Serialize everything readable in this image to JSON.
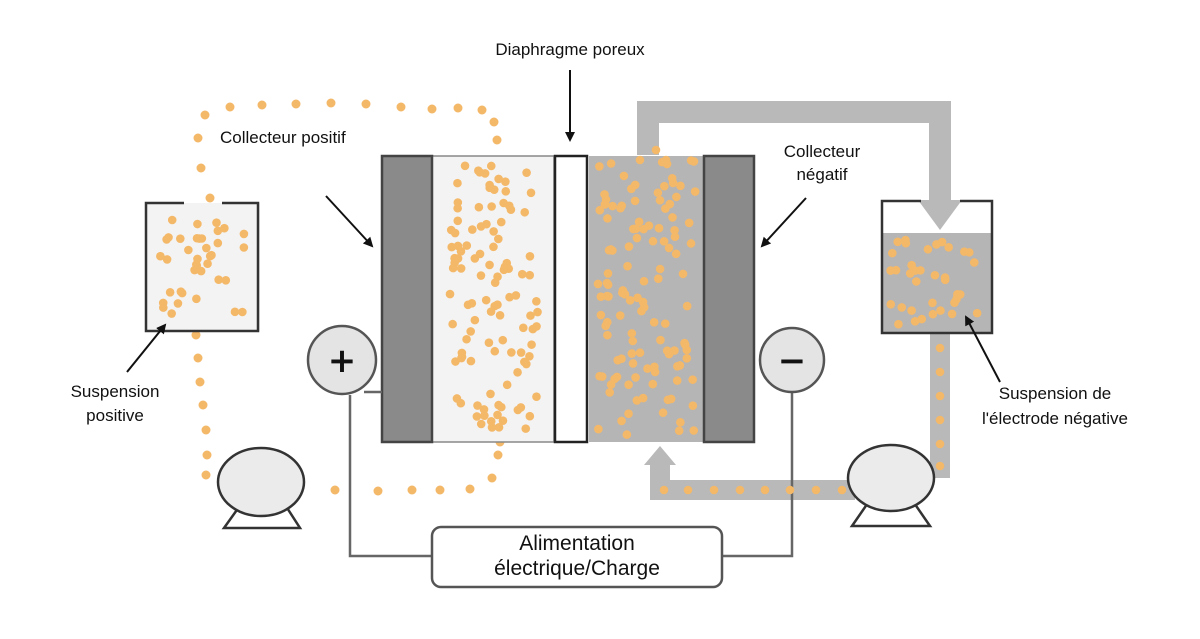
{
  "labels": {
    "porous_diaphragm": "Diaphragme poreux",
    "positive_collector": "Collecteur positif",
    "negative_collector_line1": "Collecteur",
    "negative_collector_line2": "négatif",
    "positive_suspension_line1": "Suspension",
    "positive_suspension_line2": "positive",
    "negative_suspension_line1": "Suspension de",
    "negative_suspension_line2": "l'électrode négative",
    "power_line1": "Alimentation",
    "power_line2": "électrique/Charge",
    "plus_sign": "+",
    "minus_sign": "−"
  },
  "colors": {
    "particle": "#f4b869",
    "collector": "#8a8a8a",
    "negative_compartment": "#b5b5b5",
    "positive_compartment": "#f3f3f3",
    "pipe": "#b9b9b9",
    "outline": "#555555",
    "terminal_fill": "#e4e4e4"
  },
  "icons": {
    "pump_left": "pump-icon",
    "pump_right": "pump-icon"
  }
}
